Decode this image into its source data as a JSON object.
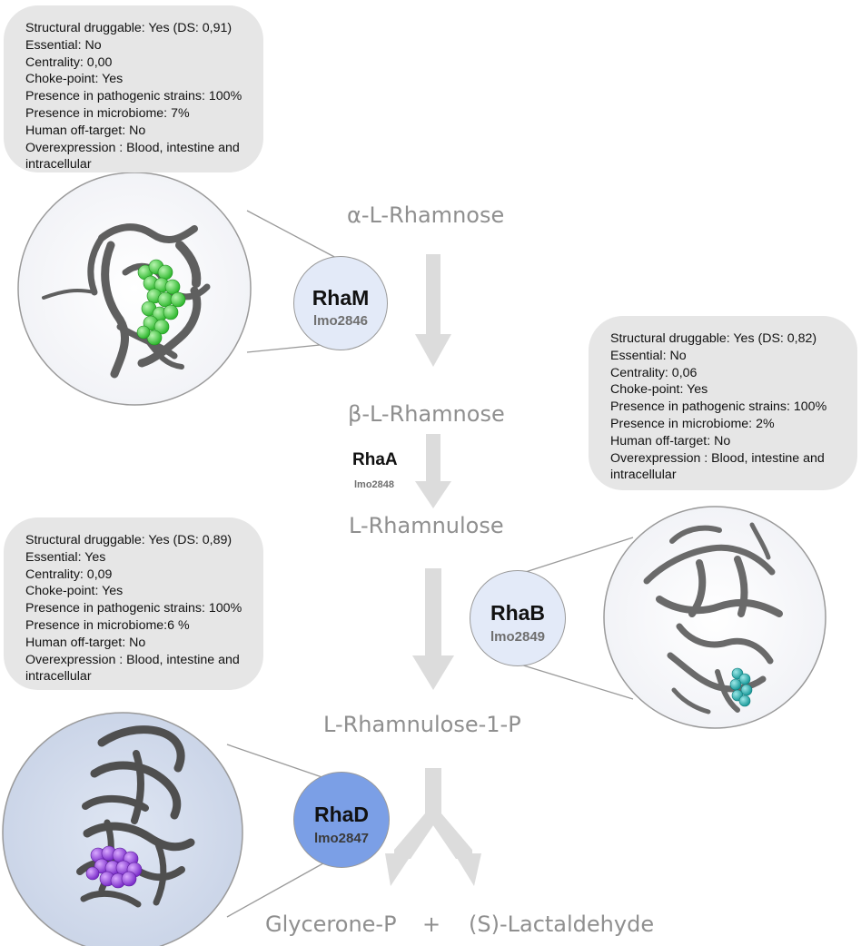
{
  "compounds": {
    "alpha_l_rhamnose": "α-L-Rhamnose",
    "beta_l_rhamnose": "β-L-Rhamnose",
    "l_rhamnulose": "L-Rhamnulose",
    "l_rhamnulose_1_p": "L-Rhamnulose-1-P",
    "glycerone_p": "Glycerone-P",
    "plus": "+",
    "s_lactaldehyde": "(S)-Lactaldehyde"
  },
  "enzymes": {
    "rham": {
      "name": "RhaM",
      "id": "lmo2846",
      "fill": "#e3eaf8"
    },
    "rhaa": {
      "name": "RhaA",
      "id": "lmo2848"
    },
    "rhab": {
      "name": "RhaB",
      "id": "lmo2849",
      "fill": "#e3eaf8"
    },
    "rhad": {
      "name": "RhaD",
      "id": "lmo2847",
      "fill": "#7b9fe6"
    }
  },
  "info_boxes": {
    "rham": [
      "Structural druggable: Yes (DS: 0,91)",
      "Essential: No",
      "Centrality: 0,00",
      "Choke-point: Yes",
      "Presence in pathogenic strains: 100%",
      "Presence in microbiome: 7%",
      "Human off-target: No",
      "Overexpression : Blood, intestine and intracellular"
    ],
    "rhab": [
      "Structural druggable: Yes (DS: 0,82)",
      "Essential: No",
      "Centrality: 0,06",
      "Choke-point: Yes",
      "Presence in pathogenic strains: 100%",
      "Presence in microbiome: 2%",
      "Human off-target: No",
      "Overexpression : Blood, intestine and intracellular"
    ],
    "rhad": [
      "Structural druggable: Yes (DS: 0,89)",
      "Essential: Yes",
      "Centrality: 0,09",
      "Choke-point: Yes",
      "Presence in pathogenic strains: 100%",
      "Presence in microbiome:6 %",
      "Human off-target: No",
      "Overexpression : Blood, intestine and intracellular"
    ]
  },
  "colors": {
    "arrow": "#dcdcdc",
    "compound_text": "#8f8f8f",
    "info_box_bg": "#e6e6e6",
    "structure_ribbon": "#5f5f5f",
    "ligand_rham": "#4fd34f",
    "ligand_rhab": "#2fb3b3",
    "ligand_rhad": "#9b45e0"
  },
  "icons": {
    "rham_structure": "protein-ribbon-structure",
    "rhab_structure": "protein-ribbon-structure",
    "rhad_structure": "protein-ribbon-structure"
  }
}
